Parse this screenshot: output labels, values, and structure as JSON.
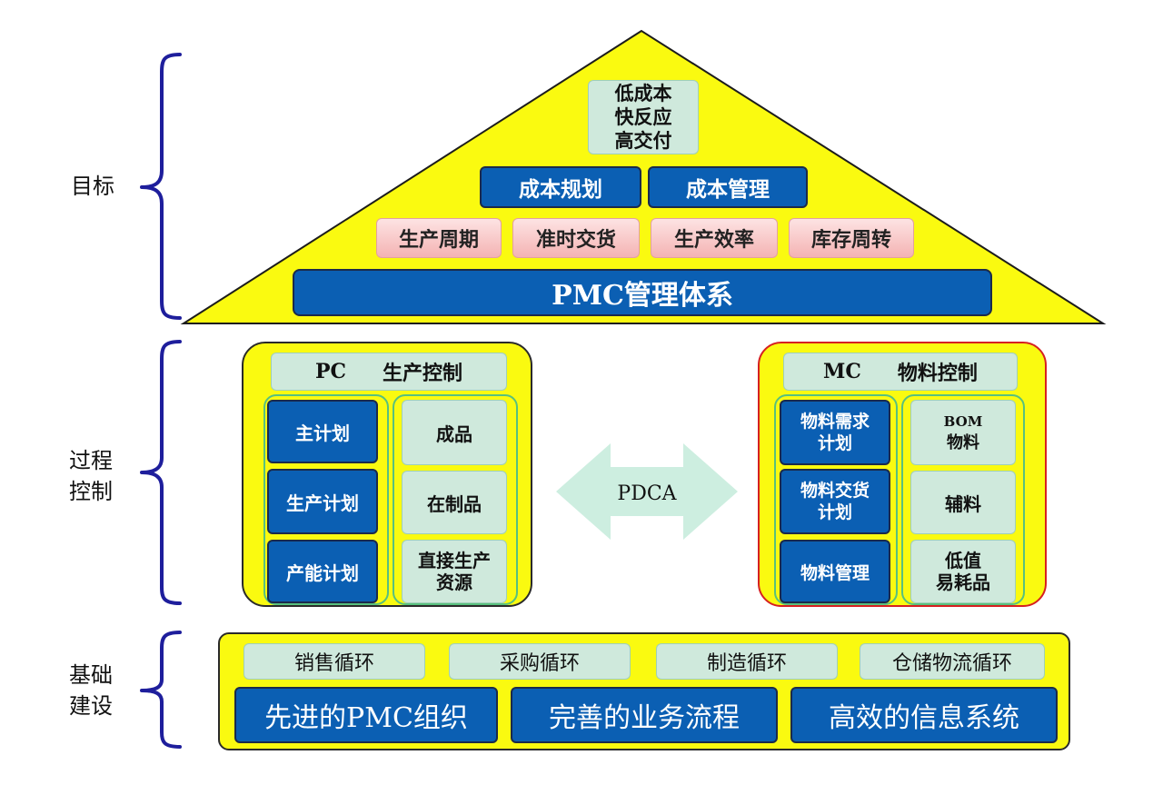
{
  "labels": {
    "goal": [
      "目标"
    ],
    "process": [
      "过程",
      "控制"
    ],
    "base": [
      "基础",
      "建设"
    ]
  },
  "roof": {
    "top_box": [
      "低成本",
      "快反应",
      "高交付"
    ],
    "cost_boxes": [
      "成本规划",
      "成本管理"
    ],
    "metric_boxes": [
      "生产周期",
      "准时交货",
      "生产效率",
      "库存周转"
    ],
    "base_bar": "PMC管理体系"
  },
  "pc_panel": {
    "title_code": "PC",
    "title_name": "生产控制",
    "plans": [
      "主计划",
      "生产计划",
      "产能计划"
    ],
    "objects": [
      [
        "成品"
      ],
      [
        "在制品"
      ],
      [
        "直接生产",
        "资源"
      ]
    ]
  },
  "cycle": {
    "label": "PDCA"
  },
  "mc_panel": {
    "title_code": "MC",
    "title_name": "物料控制",
    "plans": [
      [
        "物料需求",
        "计划"
      ],
      [
        "物料交货",
        "计划"
      ],
      [
        "物料管理"
      ]
    ],
    "objects": [
      [
        "BOM",
        "物料"
      ],
      [
        "辅料"
      ],
      [
        "低值",
        "易耗品"
      ]
    ]
  },
  "foundation": {
    "cycles": [
      "销售循环",
      "采购循环",
      "制造循环",
      "仓储物流循环"
    ],
    "pillars": [
      "先进的PMC组织",
      "完善的业务流程",
      "高效的信息系统"
    ]
  },
  "colors": {
    "yellow": "#fafa10",
    "blue": "#0b5fb3",
    "mint": "#cfe9dc",
    "bracket": "#1e1e9c",
    "arrow": "#cdeee0"
  }
}
